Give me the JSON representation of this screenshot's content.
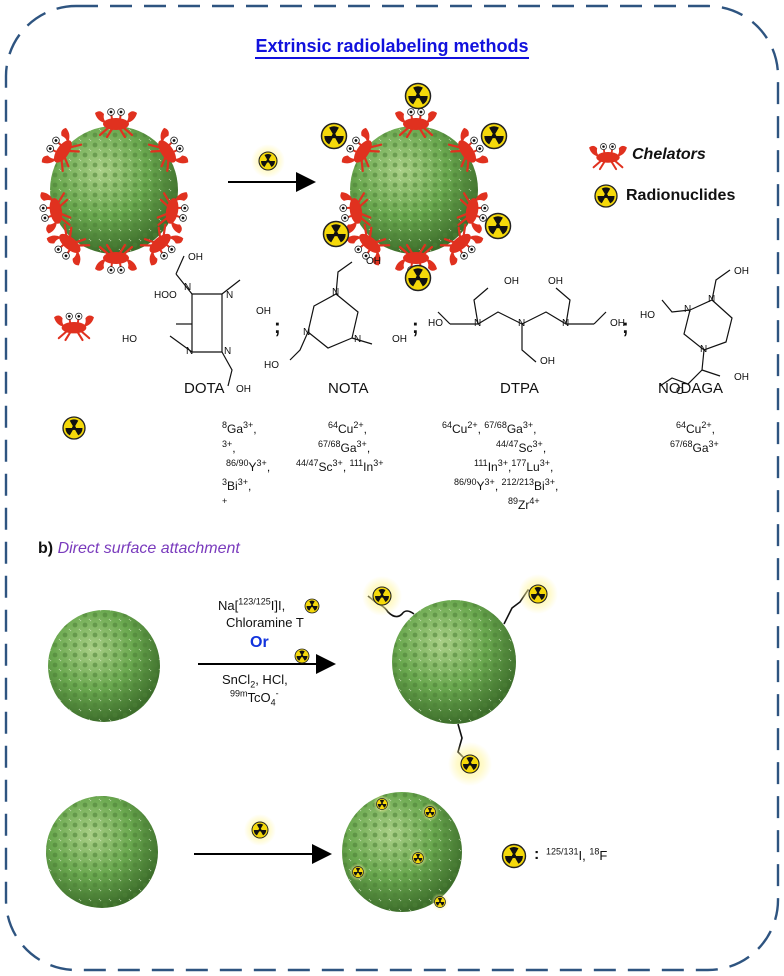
{
  "title": "Extrinsic radiolabeling methods",
  "legend": {
    "chelators": "Chelators",
    "radionuclides": "Radionuclides"
  },
  "chelators": [
    {
      "name": "DOTA",
      "separator": ";"
    },
    {
      "name": "NOTA",
      "separator": ";"
    },
    {
      "name": "DTPA",
      "separator": ";"
    },
    {
      "name": "NODAGA",
      "separator": ""
    }
  ],
  "structure_labels": {
    "carboxyl": "OH",
    "nitrogen": "N",
    "ketone": "O"
  },
  "radionuclides": {
    "DOTA": [
      "8Ga3+,",
      "3+,",
      "86/90Y3+,",
      "3Bi3+,",
      "+"
    ],
    "NOTA": [
      "64Cu2+,",
      "67/68Ga3+,",
      "44/47Sc3+, 111In3+"
    ],
    "DTPA": [
      "64Cu2+, 67/68Ga3+,",
      "44/47Sc3+,",
      "111In3+,177Lu3+,",
      "86/90Y3+, 212/213Bi3+,",
      "89Zr4+"
    ],
    "NODAGA": [
      "64Cu2+,",
      "67/68Ga3+"
    ]
  },
  "section_b": {
    "label": "b)",
    "title": "Direct surface attachment"
  },
  "conditions": {
    "line1_prefix": "Na[",
    "line1_sup": "123/125",
    "line1_suffix": "I]I,",
    "line2": "Chloramine T",
    "or": "Or",
    "line3_prefix": "SnCl",
    "line3_sub": "2",
    "line3_suffix": ", HCl,",
    "line4_sup": "99m",
    "line4_main": "TcO",
    "line4_sub": "4",
    "line4_charge": "-"
  },
  "direct_key": {
    "colon": ":",
    "sup1": "125/131",
    "el1": "I,",
    "sup2": "18",
    "el2": "F"
  },
  "colors": {
    "nanoparticle": "#6aa84f",
    "chelator": "#e0311f",
    "radionuclide": "#f5d90a",
    "title": "#1111dd",
    "or": "#1133dd",
    "section_b_title": "#7a3bbd",
    "border": "#2e5480"
  }
}
